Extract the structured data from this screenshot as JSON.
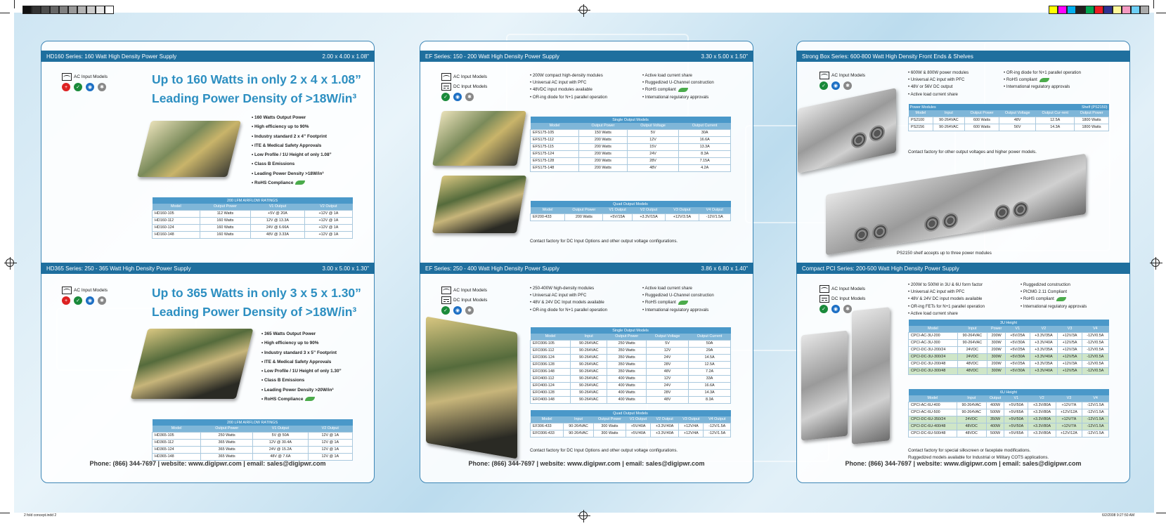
{
  "colors": {
    "accent": "#1f6f9e",
    "headline": "#2d8fc1",
    "table_header": "#7fb6d8",
    "rohs": "#4bab4b"
  },
  "print_marks": {
    "left_swatches": [
      "#111111",
      "#333333",
      "#4d4d4d",
      "#666666",
      "#808080",
      "#999999",
      "#b3b3b3",
      "#cccccc",
      "#e6e6e6",
      "#ffffff"
    ],
    "right_swatches": [
      "#ffff00",
      "#ff00ff",
      "#00aeef",
      "#231f20",
      "#00a651",
      "#ed1c24",
      "#2e3192",
      "#fff799",
      "#f49ac1",
      "#6dcff6",
      "#aaaaaa"
    ],
    "slug_left": "2 fold concept.indd   2",
    "slug_right": "6/2/2008   9:27:50 AM"
  },
  "badge_labels": {
    "ite": "+",
    "medical": "✓",
    "rohs": "◉",
    "other": "✱"
  },
  "hd160": {
    "bar_title": "HD160 Series:  160 Watt High Density Power Supply",
    "bar_dims": "2.00 x 4.00 x 1.08\"",
    "ac_input": "AC Input Models",
    "headline1": "Up to 160 Watts in only 2 x 4 x 1.08”",
    "headline2": "Leading Power Density of >18W/in³",
    "bullets": [
      "• 160 Watts Output Power",
      "• High efficiency up to 90%",
      "• Industry standard 2 x 4” Footprint",
      "• ITE & Medical Safety Approvals",
      "• Low Profile / 1U Height of only 1.08”",
      "• Class B Emissions",
      "• Leading Power Density >18W/in³",
      "• RoHS Compliance"
    ],
    "table_caption": "200 LFM AIRFLOW RATINGS",
    "headers": [
      "Model",
      "Output Power",
      "V1 Output",
      "V2 Output"
    ],
    "rows": [
      [
        "HD160-105",
        "112  Watts",
        "+5V @ 20A",
        "+12V @ 1A"
      ],
      [
        "HD160-112",
        "160 Watts",
        "12V @ 13.3A",
        "+12V @ 1A"
      ],
      [
        "HD160-124",
        "160 Watts",
        "24V @ 6.66A",
        "+12V @ 1A"
      ],
      [
        "HD160-148",
        "160 Watts",
        "48V @ 3.33A",
        "+12V @ 1A"
      ]
    ]
  },
  "hd365": {
    "bar_title": "HD365 Series:  250 - 365 Watt High Density Power Supply",
    "bar_dims": "3.00 x 5.00 x 1.30\"",
    "ac_input": "AC Input Models",
    "headline1": "Up to 365 Watts in only 3 x 5 x 1.30”",
    "headline2": "Leading Power Density of >18W/in³",
    "bullets": [
      "• 365 Watts Output Power",
      "• High efficiency up to 90%",
      "• Industry standard 3 x 5” Footprint",
      "• ITE & Medical Safety Approvals",
      "• Low Profile / 1U Height of only 1.30”",
      "• Class B Emissions",
      "• Leading Power Density >20W/in³",
      "• RoHS Compliance"
    ],
    "table_caption": "200 LFM AIRFLOW RATINGS",
    "headers": [
      "Model",
      "Output Power",
      "V1 Output",
      "V2 Output"
    ],
    "rows": [
      [
        "HD365-105",
        "250 Watts",
        "5V @ 50A",
        "12V @ 1A"
      ],
      [
        "HD365-112",
        "365 Watts",
        "12V @ 30.4A",
        "12V @ 1A"
      ],
      [
        "HD365-124",
        "365 Watts",
        "24V @ 15.2A",
        "12V @ 1A"
      ],
      [
        "HD365-148",
        "365 Watts",
        "48V @ 7.6A",
        "12V @ 1A"
      ]
    ]
  },
  "ef200": {
    "bar_title": "EF Series:  150 - 200 Watt High Density Power Supply",
    "bar_dims": "3.30 x 5.00 x 1.50\"",
    "ac_input": "AC Input Models",
    "dc_input": "DC Input Models",
    "bullets_left": [
      "• 200W compact high-density modules",
      "• Universal AC input with PFC",
      "• 48VDC input modules available",
      "• OR-ing diode for N+1 parallel operation"
    ],
    "bullets_right": [
      "• Active load current share",
      "• Ruggedized U-Channel construction",
      "• RoHS compliant",
      "• International regulatory approvals"
    ],
    "single_caption": "Single Output Models",
    "single_headers": [
      "Model",
      "Output Power",
      "Output Voltage",
      "Output Current"
    ],
    "single_rows": [
      [
        "EFS175-105",
        "150 Watts",
        "5V",
        "30A"
      ],
      [
        "EFS175-112",
        "200 Watts",
        "12V",
        "16.6A"
      ],
      [
        "EFS175-115",
        "200 Watts",
        "15V",
        "13.3A"
      ],
      [
        "EFS175-124",
        "200 Watts",
        "24V",
        "8.3A"
      ],
      [
        "EFS175-128",
        "200 Watts",
        "28V",
        "7.15A"
      ],
      [
        "EFS175-148",
        "200 Watts",
        "48V",
        "4.2A"
      ]
    ],
    "quad_caption": "Quad Output Models",
    "quad_headers": [
      "Model",
      "Output Power",
      "V1 Output",
      "V2 Output",
      "V3 Output",
      "V4 Output"
    ],
    "quad_rows": [
      [
        "EF200-433",
        "200 Watts",
        "+5V/15A",
        "+3.3V/15A",
        "+12V/3.5A",
        "-12V/1.5A"
      ]
    ],
    "note": "Contact factory for DC Input Options and other output voltage configurations."
  },
  "ef400": {
    "bar_title": "EF Series:  250 - 400 Watt High Density Power Supply",
    "bar_dims": "3.86 x 6.80 x 1.40\"",
    "ac_input": "AC Input Models",
    "dc_input": "DC Input Models",
    "bullets_left": [
      "• 250-400W high-density modules",
      "• Universal AC input with PFC",
      "• 48V & 24V DC Input models available",
      "• OR-ing diode for N+1 parallel operation"
    ],
    "bullets_right": [
      "• Active load current share",
      "• Ruggedized U-Channel construction",
      "• RoHS compliant",
      "• International regulatory approvals"
    ],
    "single_caption": "Single Output Models",
    "single_headers": [
      "Model",
      "Input",
      "Output Power",
      "Output Voltage",
      "Output Current"
    ],
    "single_rows": [
      [
        "EFO306-105",
        "90-264VAC",
        "250 Watts",
        "5V",
        "50A"
      ],
      [
        "EFO306-112",
        "90-264VAC",
        "350 Watts",
        "12V",
        "29A"
      ],
      [
        "EFO306-124",
        "90-264VAC",
        "350 Watts",
        "24V",
        "14.5A"
      ],
      [
        "EFO306-128",
        "90-264VAC",
        "350 Watts",
        "28V",
        "12.5A"
      ],
      [
        "EFO306-148",
        "90-264VAC",
        "350 Watts",
        "48V",
        "7.2A"
      ],
      [
        "EFO400-112",
        "90-264VAC",
        "400 Watts",
        "12V",
        "33A"
      ],
      [
        "EFO400-124",
        "90-264VAC",
        "400 Watts",
        "24V",
        "16.6A"
      ],
      [
        "EFO400-128",
        "90-264VAC",
        "400 Watts",
        "28V",
        "14.3A"
      ],
      [
        "EFO400-148",
        "90-264VAC",
        "400 Watts",
        "48V",
        "8.3A"
      ]
    ],
    "quad_caption": "Quad Output Models",
    "quad_headers": [
      "Model",
      "Input",
      "Output Power",
      "V1 Output",
      "V2 Output",
      "V3 Output",
      "V4 Output"
    ],
    "quad_rows": [
      [
        "EF306-433",
        "90-264VAC",
        "300 Watts",
        "+5V/40A",
        "+3.3V/40A",
        "+12V/4A",
        "-12V/1.5A"
      ],
      [
        "EFO306-433",
        "90-264VAC",
        "300 Watts",
        "+5V/40A",
        "+3.3V/40A",
        "+12V/4A",
        "-12V/1.5A"
      ]
    ],
    "note": "Contact factory for DC Input Options and other output voltage configurations."
  },
  "strongbox": {
    "bar_title": "Strong Box Series:  600-800 Watt High Density Front Ends & Shelves",
    "ac_input": "AC Input Models",
    "bullets_left": [
      "• 600W & 800W power modules",
      "• Universal AC input with PFC",
      "• 48V or 56V DC output",
      "• Active load current share"
    ],
    "bullets_right": [
      "• OR-ing diode for N+1 parallel operation",
      "• RoHS compliant",
      "• International regulatory approvals"
    ],
    "caption_left": "Power Modules",
    "caption_right": "Shelf (PS2150)",
    "headers": [
      "Model",
      "Input",
      "Output Power",
      "Output Voltage",
      "Output Cur-rent",
      "Output Power"
    ],
    "rows": [
      [
        "PS2100",
        "90-264VAC",
        "600 Watts",
        "48V",
        "12.5A",
        "1800 Watts"
      ],
      [
        "PS2156",
        "90-264VAC",
        "600 Watts",
        "56V",
        "14.3A",
        "1800 Watts"
      ]
    ],
    "note": "Contact factory for other output voltages and higher power models.",
    "shelf_caption": "PS2150 shelf accepts up to three power modules"
  },
  "cpci": {
    "bar_title": "Compact PCI Series:  200-500 Watt High Density Power Supply",
    "ac_input": "AC Input Models",
    "dc_input": "DC Input Models",
    "bullets_left": [
      "• 200W to 500W in 3U & 6U form factor",
      "• Universal AC input with PFC",
      "• 48V & 24V DC input models available",
      "• OR-ing FETs for N+1 parallel operation",
      "• Active load current share"
    ],
    "bullets_right": [
      "• Ruggedized construction",
      "• PICMG 2.11 Compliant",
      "• RoHS compliant",
      "• International regulatory approvals"
    ],
    "caption_3u": "3U Height",
    "headers": [
      "Model",
      "Input",
      "Power",
      "V1",
      "V2",
      "V3",
      "V4"
    ],
    "rows_3u": [
      [
        "CPCI-AC-3U-200",
        "90-264VAC",
        "200W",
        "+5V/25A",
        "+3.3V/35A",
        "+12V/3A",
        "-12V/0.5A"
      ],
      [
        "CPCI-AC-3U-300",
        "90-264VAC",
        "300W",
        "+5V/30A",
        "+3.3V/40A",
        "+12V/5A",
        "-12V/0.5A"
      ],
      [
        "CPCI-DC-3U-200/24",
        "24VDC",
        "200W",
        "+5V/25A",
        "+3.3V/35A",
        "+12V/3A",
        "-12V/0.5A"
      ],
      [
        "CPCI-DC-3U-300/24",
        "24VDC",
        "300W",
        "+5V/30A",
        "+3.3V/40A",
        "+12V/5A",
        "-12V/0.5A"
      ],
      [
        "CPCI-DC-3U-200/48",
        "48VDC",
        "200W",
        "+5V/25A",
        "+3.3V/35A",
        "+12V/3A",
        "-12V/0.5A"
      ],
      [
        "CPCI-DC-3U-300/48",
        "48VDC",
        "300W",
        "+5V/30A",
        "+3.3V/40A",
        "+12V/5A",
        "-12V/0.5A"
      ]
    ],
    "caption_6u": "6U Height",
    "headers_6u": [
      "Model",
      "Input",
      "Output",
      "V1",
      "V2",
      "V3",
      "V4"
    ],
    "rows_6u": [
      [
        "CPCI-AC-6U-400",
        "90-264VAC",
        "400W",
        "+5V/50A",
        "+3.3V/80A",
        "+12V/7A",
        "-12V/1.5A"
      ],
      [
        "CPCI-AC-6U-500",
        "90-264VAC",
        "500W",
        "+5V/65A",
        "+3.3V/80A",
        "+12V/12A",
        "-12V/1.5A"
      ],
      [
        "CPCI-DC-6U-350/24",
        "24VDC",
        "350W",
        "+5V/50A",
        "+3.3V/80A",
        "+12V/7A",
        "-12V/1.5A"
      ],
      [
        "CPCI-DC-6U-400/48",
        "48VDC",
        "400W",
        "+5V/50A",
        "+3.3V/80A",
        "+12V/7A",
        "-12V/1.5A"
      ],
      [
        "CPCI-DC-6U-500/48",
        "48VDC",
        "500W",
        "+5V/65A",
        "+3.3V/80A",
        "+12V/12A",
        "-12V/1.5A"
      ]
    ],
    "note1": "Contact factory for special silkscreen or faceplate modifications.",
    "note2": "Ruggedized models available for Industrial or Military COTS applications."
  },
  "footer": {
    "text": "Phone:  (866) 344-7697   |   website: www.digipwr.com   |   email:  sales@digipwr.com"
  }
}
